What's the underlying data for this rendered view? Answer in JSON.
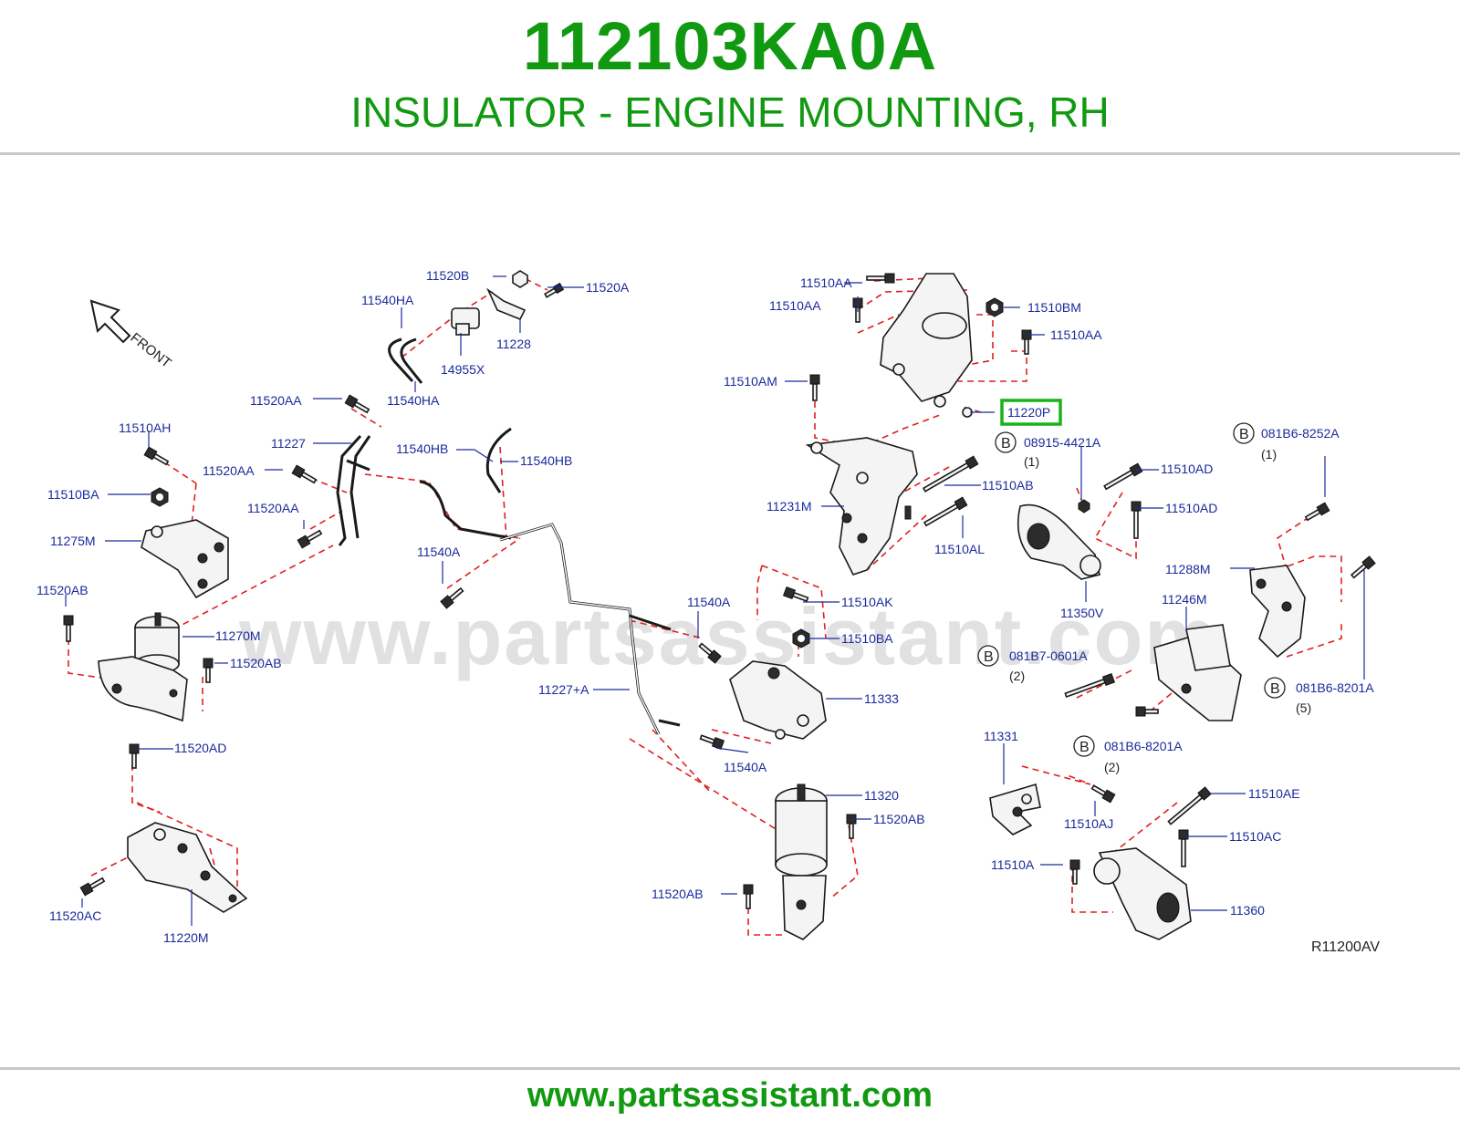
{
  "header": {
    "part_number": "112103KA0A",
    "part_name": "INSULATOR - ENGINE MOUNTING, RH"
  },
  "diagram": {
    "watermark": "www.partsassistant.com",
    "front_label": "FRONT",
    "drawing_code": "R11200AV",
    "highlighted_callout": "11220P",
    "highlight_color": "#19b319",
    "callouts": [
      "11520B",
      "11520A",
      "11540HA",
      "11228",
      "14955X",
      "11540HA",
      "11520AA",
      "11227",
      "11540HB",
      "11540HB",
      "11520AA",
      "11520AA",
      "11510AH",
      "11510BA",
      "11275M",
      "11520AB",
      "11270M",
      "11520AB",
      "11540A",
      "11520AD",
      "11520AC",
      "11220M",
      "11540A",
      "11227+A",
      "11540A",
      "11510AA",
      "11510AA",
      "11510BM",
      "11510AA",
      "11510AM",
      "11220P",
      "08915-4421A",
      "081B6-8252A",
      "11510AB",
      "11510AD",
      "11231M",
      "11510AD",
      "11510AL",
      "11288M",
      "11510AK",
      "11350V",
      "11246M",
      "11510BA",
      "081B7-0601A",
      "11333",
      "081B6-8201A",
      "11331",
      "081B6-8201A",
      "11320",
      "11510AE",
      "11520AB",
      "11510AJ",
      "11510AC",
      "11510A",
      "11520AB",
      "11360"
    ],
    "quantities": [
      "(1)",
      "(1)",
      "(2)",
      "(2)",
      "(5)"
    ],
    "bolt_badge": "B"
  },
  "footer": {
    "url": "www.partsassistant.com"
  }
}
